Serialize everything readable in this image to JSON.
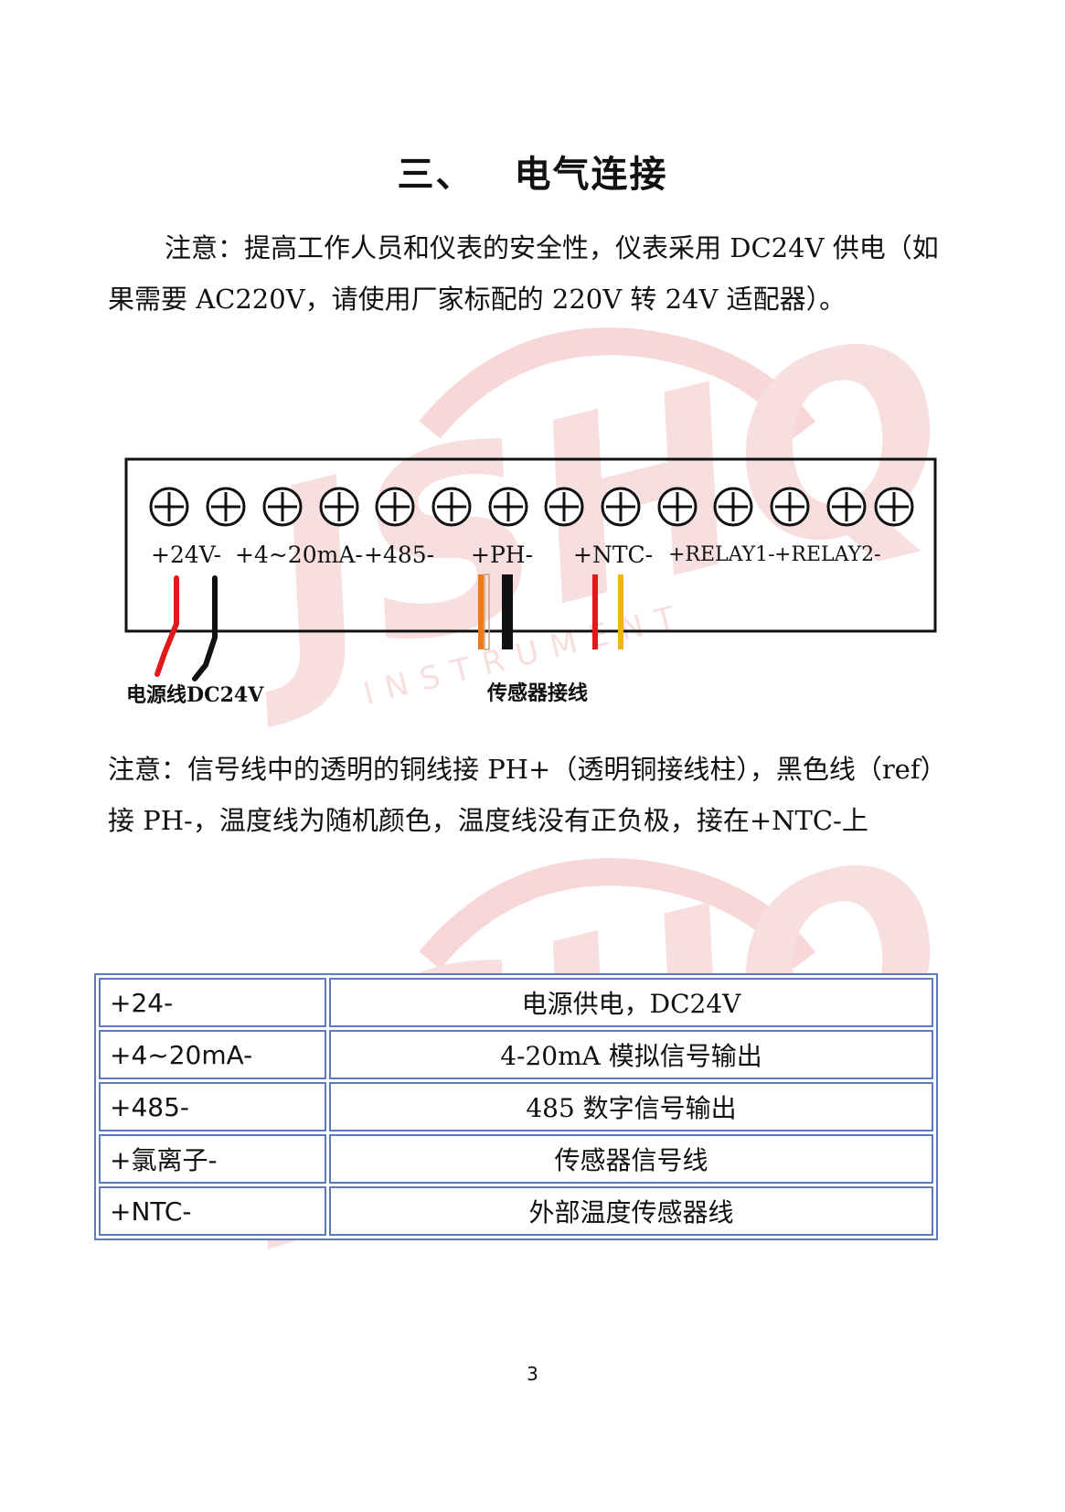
{
  "title": {
    "num": "三、",
    "text": "电气连接"
  },
  "note1": "注意：提高工作人员和仪表的安全性，仪表采用 DC24V 供电（如果需要 AC220V，请使用厂家标配的 220V 转 24V 适配器）。",
  "diagram": {
    "terminals": [
      "+24V-",
      "+4~20mA-",
      "+485-",
      "+PH-",
      "+NTC-",
      "+RELAY1-",
      "+RELAY2-"
    ],
    "caption_power": "电源线DC24V",
    "caption_sensor": "传感器接线",
    "wire_colors": {
      "red": "#e0191b",
      "black": "#111111",
      "orange": "#f07a1a",
      "yellow": "#f2b21a",
      "transparent": "#c9a07a"
    }
  },
  "note2": "注意：信号线中的透明的铜线接 PH+（透明铜接线柱），黑色线（ref）接 PH-，温度线为随机颜色，温度线没有正负极，接在+NTC-上",
  "table": [
    {
      "k": "+24-",
      "v": "电源供电，DC24V"
    },
    {
      "k": "+4~20mA-",
      "v": "4-20mA 模拟信号输出"
    },
    {
      "k": "+485-",
      "v": "485 数字信号输出"
    },
    {
      "k": "+氯离子-",
      "v": "传感器信号线"
    },
    {
      "k": "+NTC-",
      "v": "外部温度传感器线"
    }
  ],
  "watermark": {
    "text": "JSHQ",
    "sub": "INSTRUMENT",
    "color": "#f3c4c4"
  },
  "page_number": "3"
}
